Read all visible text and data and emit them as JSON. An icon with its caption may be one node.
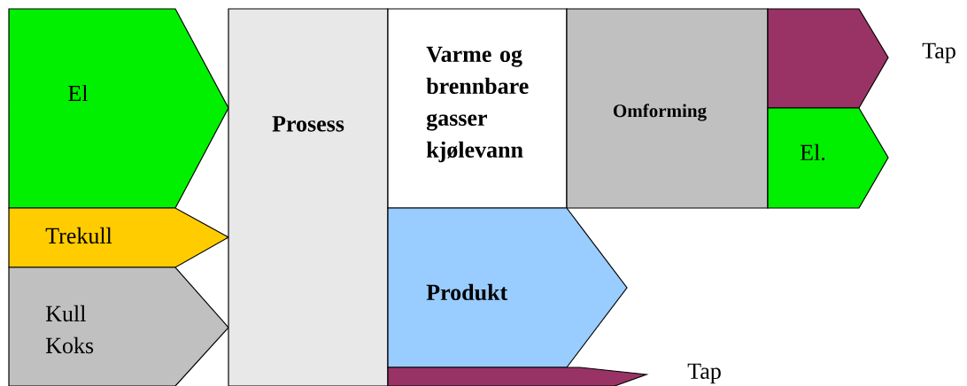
{
  "diagram": {
    "nodes": [
      {
        "text": [
          "El"
        ]
      },
      {
        "text": [
          "Trekull"
        ]
      },
      {
        "text": [
          "Kull Koks"
        ]
      },
      {
        "text": [
          "Prosess"
        ]
      },
      {
        "text": [
          "Varme og brennbare gasser kjølevann"
        ]
      },
      {
        "text": [
          "Omforming"
        ]
      },
      {
        "text": [],
        "shape": "arrow",
        "beside": [
          "Tap"
        ]
      },
      {
        "text": [
          "El."
        ]
      },
      {
        "text": [
          "Produkt"
        ]
      },
      {
        "text": [],
        "shape": "arrow",
        "beside": [
          "Tap"
        ]
      }
    ]
  }
}
